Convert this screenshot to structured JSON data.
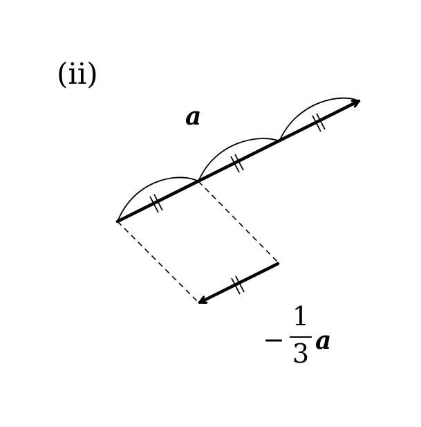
{
  "labels": {
    "part": "(ii)",
    "vector_a": "a",
    "result": {
      "sign": "−",
      "numerator": "1",
      "denominator": "3",
      "vector": "a"
    }
  },
  "colors": {
    "stroke": "#000000",
    "background": "#ffffff"
  }
}
